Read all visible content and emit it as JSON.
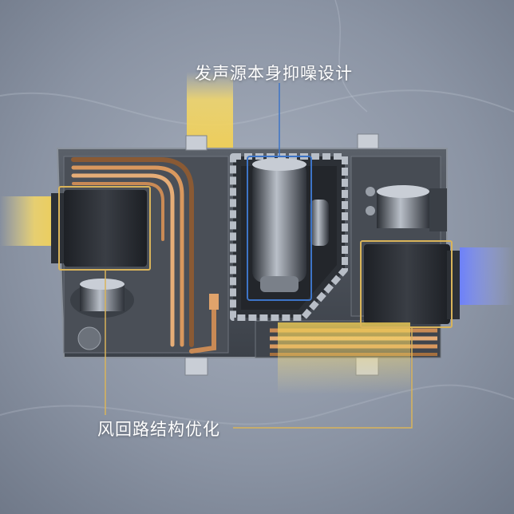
{
  "callouts": {
    "noise_reduction": "发声源本身抑噪设计",
    "airflow_optimization": "风回路结构优化"
  },
  "colors": {
    "background": "#8d96a6",
    "callout_gold": "#d9b45a",
    "callout_blue": "#3d74c7",
    "warm_airflow": "#f3d56a",
    "cool_airflow": "#7f93ff",
    "copper_pipe": "#c98a55",
    "housing": "#4d525b"
  },
  "icons": [
    "fan-blower",
    "compressor",
    "copper-pipe",
    "airflow-beam"
  ]
}
